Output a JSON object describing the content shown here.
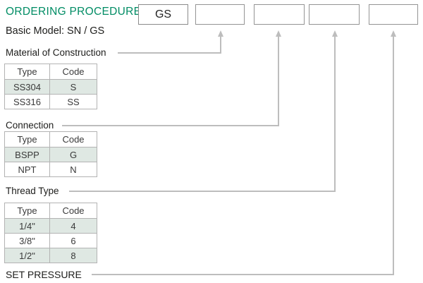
{
  "page": {
    "title": "ORDERING PROCEDURE",
    "subtitle": "Basic Model: SN / GS"
  },
  "model_boxes": {
    "values": [
      "GS",
      "",
      "",
      "",
      ""
    ]
  },
  "sections": {
    "material": {
      "label": "Material of Construction",
      "headers": {
        "type": "Type",
        "code": "Code"
      },
      "rows": [
        {
          "type": "SS304",
          "code": "S"
        },
        {
          "type": "SS316",
          "code": "SS"
        }
      ]
    },
    "connection": {
      "label": "Connection",
      "headers": {
        "type": "Type",
        "code": "Code"
      },
      "rows": [
        {
          "type": "BSPP",
          "code": "G"
        },
        {
          "type": "NPT",
          "code": "N"
        }
      ]
    },
    "thread": {
      "label": "Thread Type",
      "headers": {
        "type": "Type",
        "code": "Code"
      },
      "rows": [
        {
          "type": "1/4\"",
          "code": "4"
        },
        {
          "type": "3/8\"",
          "code": "6"
        },
        {
          "type": "1/2\"",
          "code": "8"
        }
      ]
    },
    "set_pressure": {
      "label": "SET PRESSURE"
    }
  },
  "colors": {
    "title_green": "#008c64",
    "row_highlight": "#dfe8e3",
    "table_border": "#b3b3b3",
    "connector_gray": "#bdbdbd",
    "box_border": "#949494"
  }
}
